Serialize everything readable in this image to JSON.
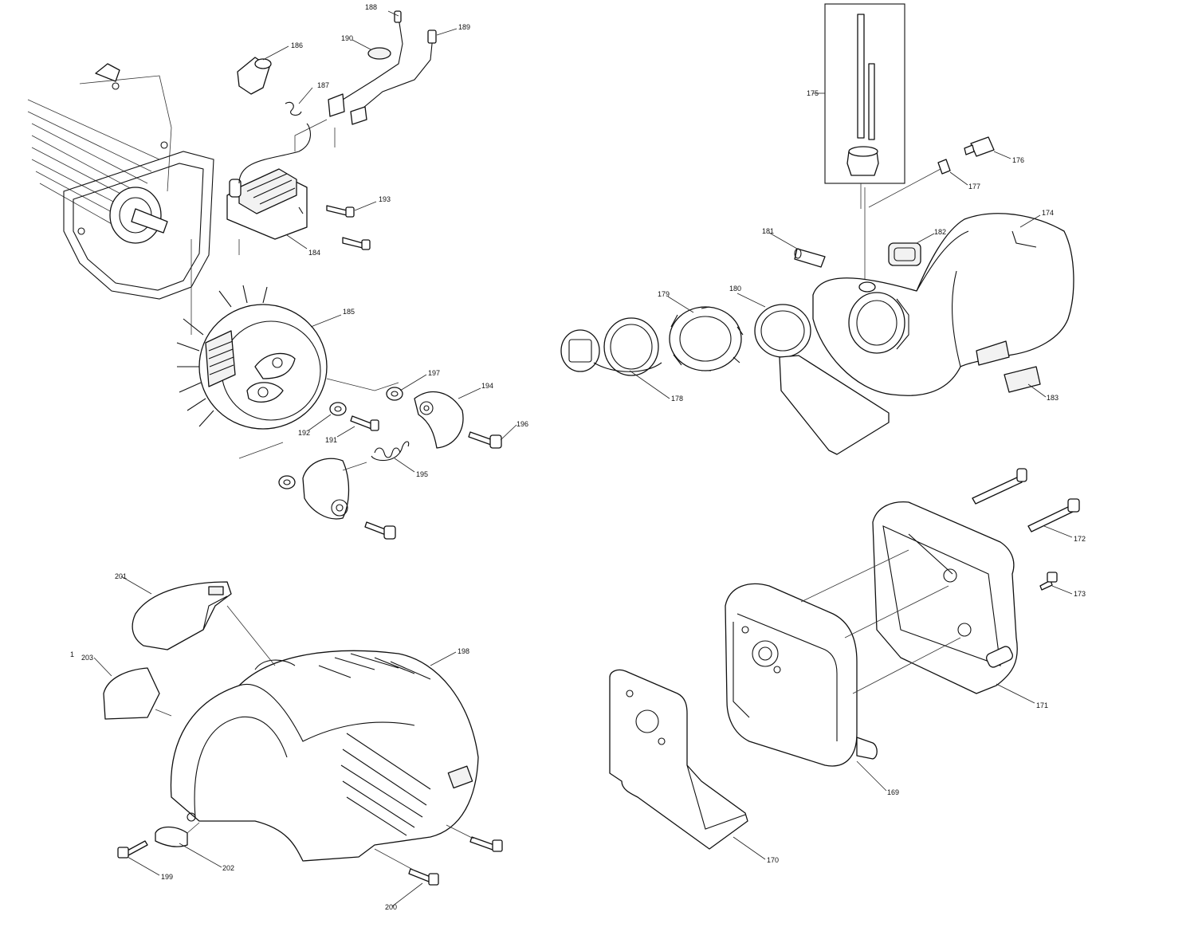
{
  "diagram": {
    "callouts": [
      "188",
      "189",
      "190",
      "186",
      "187",
      "193",
      "184",
      "185",
      "197",
      "194",
      "196",
      "191",
      "192",
      "195",
      "175",
      "176",
      "177",
      "174",
      "181",
      "182",
      "179",
      "180",
      "178",
      "183",
      "172",
      "173",
      "171",
      "169",
      "170",
      "201",
      "203",
      "198",
      "199",
      "202",
      "200",
      "1"
    ]
  }
}
